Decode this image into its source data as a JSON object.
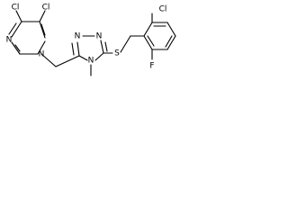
{
  "structure": {
    "atoms": {
      "cl_imidazole_left": "Cl",
      "cl_imidazole_right": "Cl",
      "n_imidazole_top": "N",
      "n_imidazole_bottom": "N",
      "n_triazole_left": "N",
      "n_triazole_right": "N",
      "n_triazole_bottom": "N",
      "s_thioether": "S",
      "cl_benzyl": "Cl",
      "f_benzyl": "F"
    }
  }
}
